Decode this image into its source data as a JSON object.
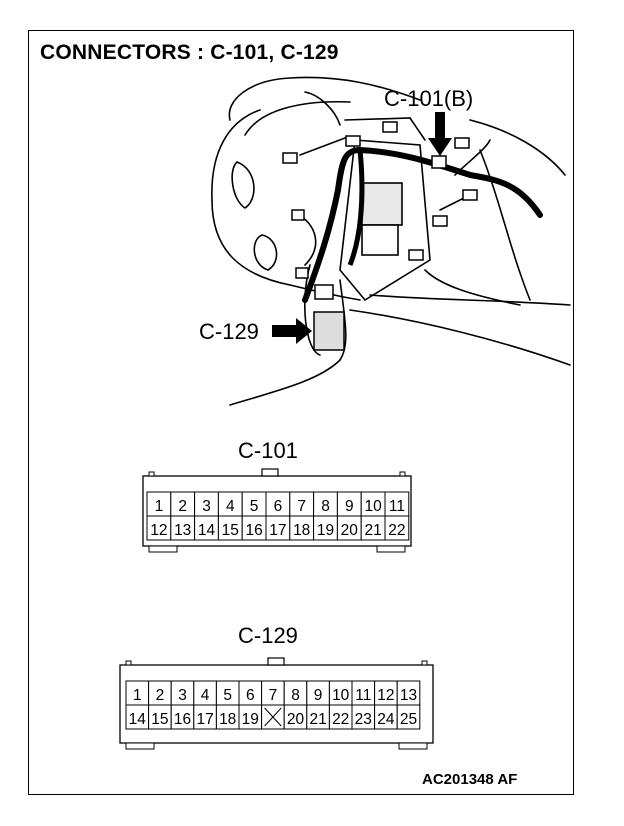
{
  "title": "CONNECTORS : C-101, C-129",
  "reference": "AC201348 AF",
  "callouts": {
    "c101": "C-101(B)",
    "c129": "C-129"
  },
  "connectors": {
    "c101": {
      "label": "C-101",
      "row1": [
        "1",
        "2",
        "3",
        "4",
        "5",
        "6",
        "7",
        "8",
        "9",
        "10",
        "11"
      ],
      "row2": [
        "12",
        "13",
        "14",
        "15",
        "16",
        "17",
        "18",
        "19",
        "20",
        "21",
        "22"
      ]
    },
    "c129": {
      "label": "C-129",
      "row1": [
        "1",
        "2",
        "3",
        "4",
        "5",
        "6",
        "7",
        "8",
        "9",
        "10",
        "11",
        "12",
        "13"
      ],
      "row2": [
        "14",
        "15",
        "16",
        "17",
        "18",
        "19",
        "",
        "20",
        "21",
        "22",
        "23",
        "24",
        "25"
      ]
    }
  }
}
